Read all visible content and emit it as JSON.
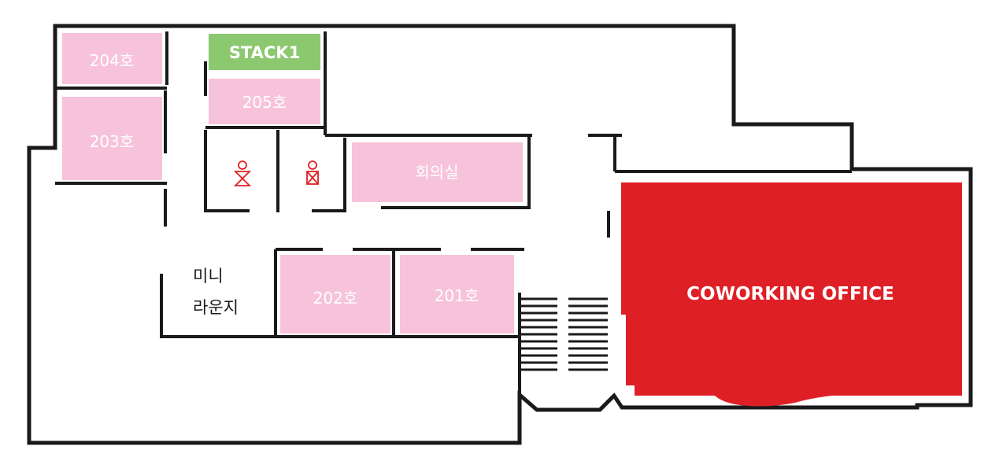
{
  "colors": {
    "room_pink": "#f7c3da",
    "stack_green": "#8cc870",
    "office_red": "#df1f26",
    "wall": "#1a1a1a",
    "restroom_icon": "#e02020"
  },
  "rooms": {
    "r204": "204호",
    "r203": "203호",
    "r205": "205호",
    "r202": "202호",
    "r201": "201호",
    "meeting": "회의실",
    "stack": "STACK1",
    "office": "COWORKING OFFICE",
    "lounge_line1": "미니",
    "lounge_line2": "라운지"
  },
  "icons": {
    "restroom_men": "male-restroom-icon",
    "restroom_women": "female-restroom-icon",
    "stairs": "stairs-icon"
  }
}
